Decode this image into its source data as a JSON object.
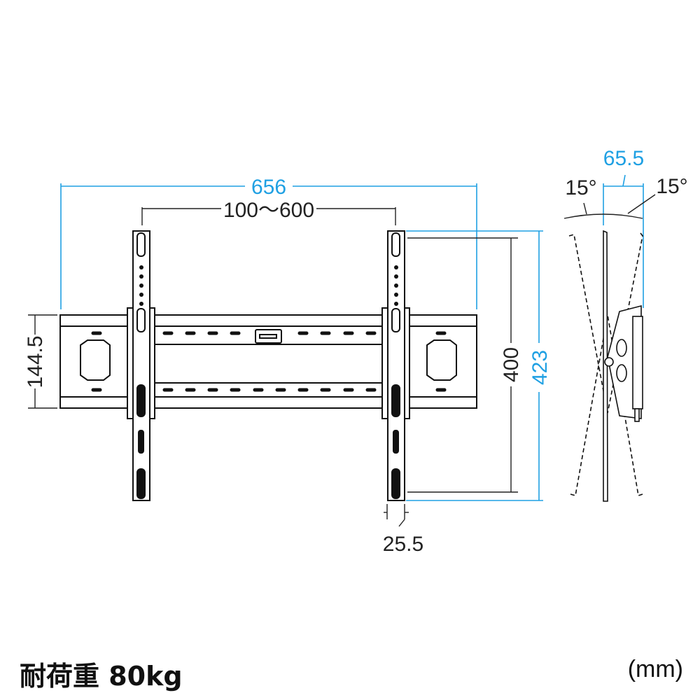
{
  "dimensions": {
    "width": "656",
    "vesa_range": "100〜600",
    "rail_height": "144.5",
    "vertical_hole_span": "400",
    "total_height": "423",
    "arm_width": "25.5",
    "depth": "65.5",
    "tilt_left": "15°",
    "tilt_right": "15°"
  },
  "load_capacity": "耐荷重 80kg",
  "unit": "(mm)",
  "colors": {
    "dimension_blue": "#1fa0e3",
    "line": "#111111"
  }
}
